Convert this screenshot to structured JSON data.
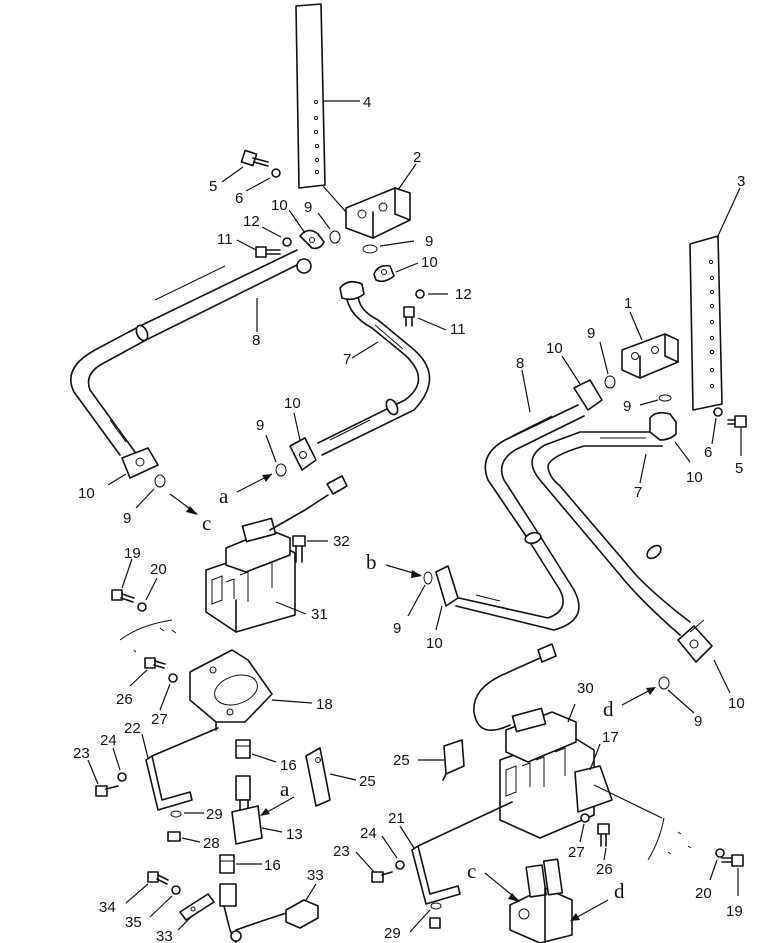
{
  "labels": {
    "l4": "4",
    "l2": "2",
    "l3": "3",
    "l1": "1",
    "l5a": "5",
    "l6a": "6",
    "l10a": "10",
    "l9a": "9",
    "l12a": "12",
    "l11a": "11",
    "l9b": "9",
    "l10b": "10",
    "l12b": "12",
    "l11b": "11",
    "l8a": "8",
    "l7a": "7",
    "l10c": "10",
    "l9c": "9",
    "l10d": "10",
    "l9d": "9",
    "l9e": "9",
    "l10e": "10",
    "l8b": "8",
    "l9f": "9",
    "l10f": "10",
    "l6b": "6",
    "l5b": "5",
    "l7b": "7",
    "l32": "32",
    "l19a": "19",
    "l20a": "20",
    "l31": "31",
    "l9g": "9",
    "l10g": "10",
    "l26a": "26",
    "l27a": "27",
    "l18": "18",
    "l22": "22",
    "l24a": "24",
    "l23a": "23",
    "l16a": "16",
    "l25a": "25",
    "l29a": "29",
    "l28": "28",
    "l13": "13",
    "l16b": "16",
    "l34": "34",
    "l35": "35",
    "l33a": "33",
    "l33b": "33",
    "l30": "30",
    "l25b": "25",
    "l17": "17",
    "l10h": "10",
    "l9h": "9",
    "l21": "21",
    "l24b": "24",
    "l23b": "23",
    "l27b": "27",
    "l26b": "26",
    "l20b": "20",
    "l19b": "19",
    "l29b": "29"
  },
  "arrows": {
    "a1": "a",
    "c1": "c",
    "b1": "b",
    "d1": "d",
    "a2": "a",
    "c2": "c",
    "d2": "d"
  }
}
